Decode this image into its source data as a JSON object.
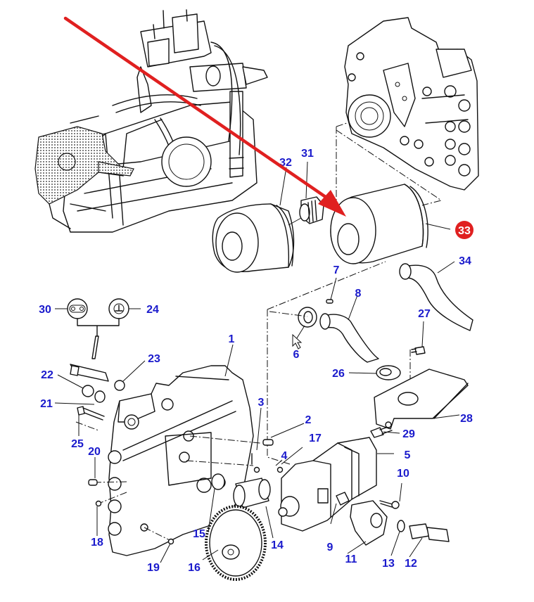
{
  "diagram": {
    "type": "exploded-parts-diagram",
    "subject": "Tractor hydraulic transmission cover, pump and filter assembly",
    "label_color": "#1a1acc",
    "highlight_color": "#e02020",
    "arrow_color": "#e02020",
    "highlighted_part": "33",
    "callouts": {
      "p1": "1",
      "p2": "2",
      "p3": "3",
      "p4": "4",
      "p5": "5",
      "p6": "6",
      "p7": "7",
      "p8": "8",
      "p9": "9",
      "p10": "10",
      "p11": "11",
      "p12": "12",
      "p13": "13",
      "p14": "14",
      "p15": "15",
      "p16": "16",
      "p17": "17",
      "p18": "18",
      "p19": "19",
      "p20": "20",
      "p21": "21",
      "p22": "22",
      "p23": "23",
      "p24": "24",
      "p25": "25",
      "p26": "26",
      "p27": "27",
      "p28": "28",
      "p29": "29",
      "p30": "30",
      "p31": "31",
      "p32": "32",
      "p33": "33",
      "p34": "34"
    },
    "parts": [
      {
        "ref": "1",
        "name": "transmission-cover-housing"
      },
      {
        "ref": "5",
        "name": "hydraulic-pump"
      },
      {
        "ref": "8",
        "name": "suction-pipe"
      },
      {
        "ref": "16",
        "name": "drive-gear"
      },
      {
        "ref": "24",
        "name": "switch-connector-ground"
      },
      {
        "ref": "28",
        "name": "bracket-plate"
      },
      {
        "ref": "30",
        "name": "switch-connector-two-pin"
      },
      {
        "ref": "31",
        "name": "filter-adapter-nipple"
      },
      {
        "ref": "32",
        "name": "oil-filter-small"
      },
      {
        "ref": "33",
        "name": "oil-filter-large"
      },
      {
        "ref": "34",
        "name": "return-pipe"
      }
    ]
  }
}
